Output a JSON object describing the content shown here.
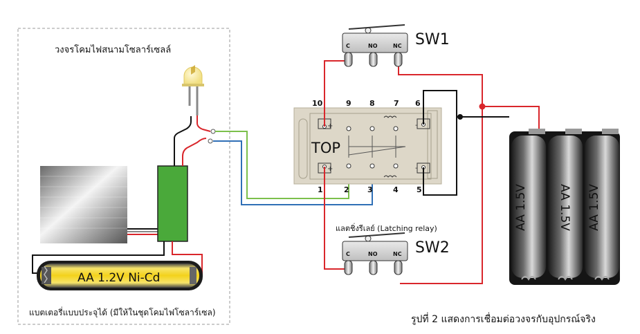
{
  "solar_title": "วงจรโคมไฟสนามโซลาร์เซลล์",
  "battery_caption": "แบตเตอรี่แบบประจุได้ (มีให้ในชุดโคมไฟโซลาร์เซล)",
  "nicd_label": "AA 1.2V Ni-Cd",
  "relay": {
    "top_label": "TOP",
    "pins_top": [
      "10",
      "9",
      "8",
      "7",
      "6"
    ],
    "pins_bottom": [
      "1",
      "2",
      "3",
      "4",
      "5"
    ],
    "caption": "แลตชิ่งรีเลย์ (Latching relay)"
  },
  "sw1": {
    "label": "SW1",
    "pins": [
      "C",
      "NO",
      "NC"
    ]
  },
  "sw2": {
    "label": "SW2",
    "pins": [
      "C",
      "NO",
      "NC"
    ]
  },
  "cells": [
    "AA 1.5V",
    "AA 1.5V",
    "AA 1.5V"
  ],
  "figure_caption": "รูปที่ 2  แสดงการเชื่อมต่อวงจรกับอุปกรณ์จริง",
  "colors": {
    "red": "#d9262b",
    "green": "#7cc04b",
    "blue": "#2f6fb6",
    "module": "#4aa93a",
    "battery_yellow": "#f3d21b"
  }
}
